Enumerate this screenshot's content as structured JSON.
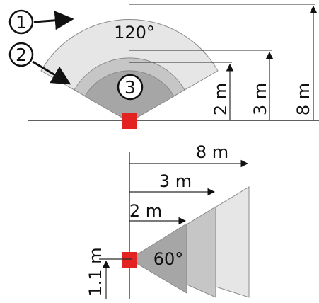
{
  "top_view": {
    "callouts": [
      "1",
      "2",
      "3"
    ],
    "angle_label": "120°",
    "distance_labels": [
      "2 m",
      "3 m",
      "8 m"
    ]
  },
  "side_view": {
    "angle_label": "60°",
    "distance_labels": [
      "8 m",
      "3 m",
      "2 m"
    ],
    "height_label": "1.1 m"
  },
  "colors": {
    "zone_1": "#e6e6e6",
    "zone_2": "#c6c6c6",
    "zone_3": "#a6a6a6",
    "sensor": "#e32222",
    "lines": "#2b2b2b"
  }
}
